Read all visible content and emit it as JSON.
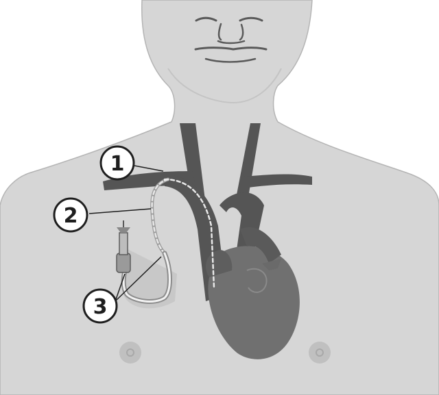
{
  "colors": {
    "background": "#ffffff",
    "skin": "#d6d6d6",
    "skin_outline": "#b4b4b4",
    "vessel": "#555555",
    "heart": "#707070",
    "heart_dark": "#585858",
    "catheter": "#e8e8e8",
    "callout_fill": "#ffffff",
    "callout_stroke": "#1e1e1e"
  },
  "callouts": [
    {
      "label": "1"
    },
    {
      "label": "2"
    },
    {
      "label": "3"
    }
  ]
}
